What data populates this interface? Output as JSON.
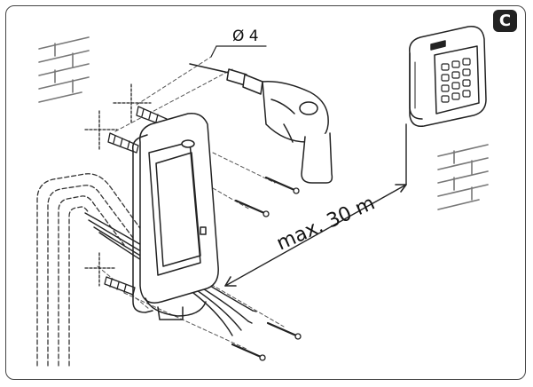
{
  "panel_label": "C",
  "drill_diameter_label": "Ø 4",
  "distance_label": "max. 30 m"
}
